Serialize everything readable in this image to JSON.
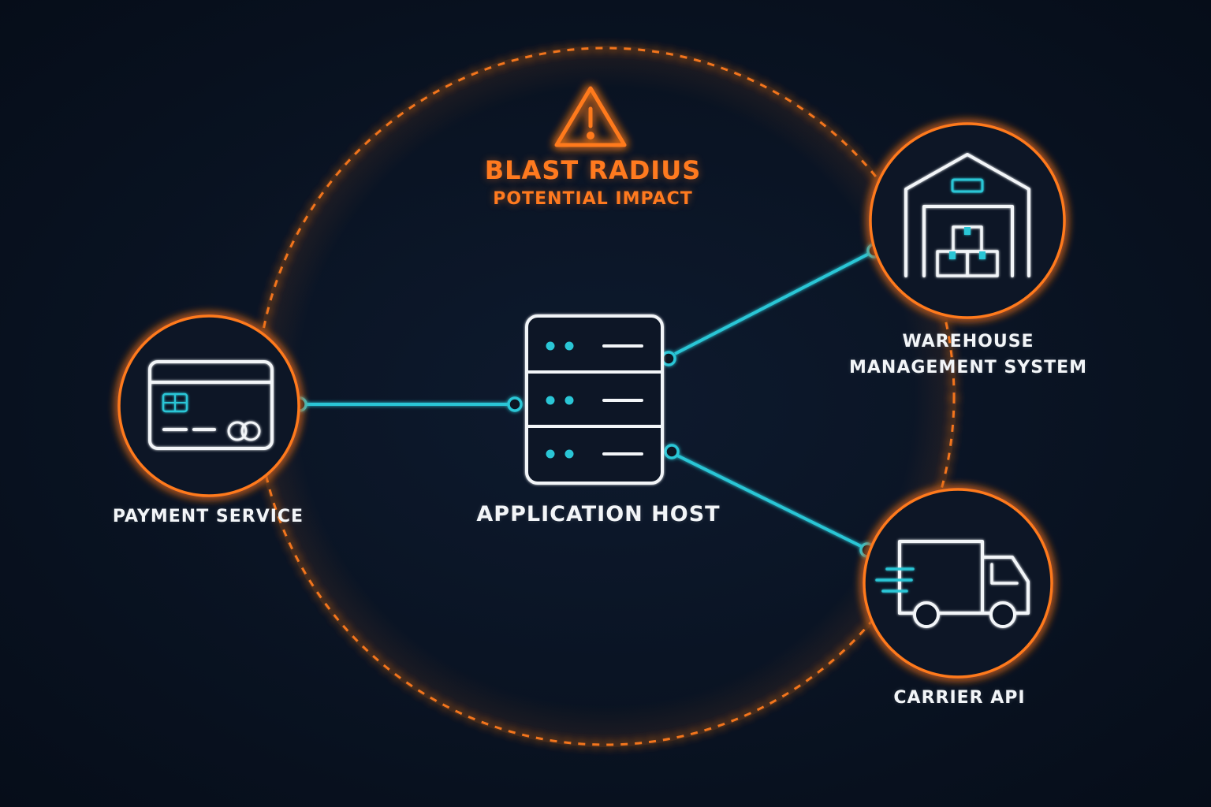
{
  "blast": {
    "title": "BLAST RADIUS",
    "subtitle": "POTENTIAL IMPACT",
    "icon": "warning-triangle-icon"
  },
  "nodes": {
    "host": {
      "label": "APPLICATION HOST",
      "icon": "server-rack-icon"
    },
    "payment": {
      "label": "PAYMENT SERVICE",
      "icon": "credit-card-icon"
    },
    "warehouse": {
      "label_line1": "WAREHOUSE",
      "label_line2": "MANAGEMENT SYSTEM",
      "icon": "warehouse-icon"
    },
    "carrier": {
      "label": "CARRIER API",
      "icon": "delivery-truck-icon"
    }
  },
  "colors": {
    "background": "#0a1424",
    "blast": "#ff7a1f",
    "link": "#29c6d6",
    "icon_stroke": "#f2f5f8"
  }
}
